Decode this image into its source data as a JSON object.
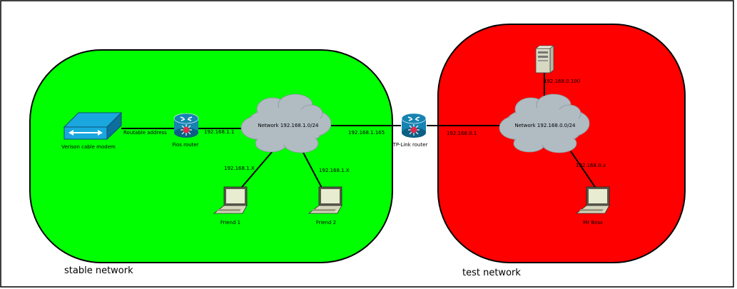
{
  "colors": {
    "stable_zone": "#00ff00",
    "test_zone": "#ff0000",
    "cloud": "#b0bcc2",
    "router": "#1683b2",
    "router_dot": "#e0294a",
    "modem": "#1aa7e0",
    "server": "#d8d8c2",
    "laptop_screen": "#e8ecd0"
  },
  "zones": {
    "stable": {
      "label": "stable network"
    },
    "test": {
      "label": "test network"
    }
  },
  "devices": {
    "modem": {
      "label": "Verison cable modem",
      "icon": "cable-modem-icon"
    },
    "fios_router": {
      "label": "Fios router",
      "icon": "router-icon"
    },
    "tplink_router": {
      "label": "TP-Link router",
      "icon": "router-icon"
    },
    "friend1": {
      "label": "Friend 1",
      "icon": "laptop-icon"
    },
    "friend2": {
      "label": "Friend 2",
      "icon": "laptop-icon"
    },
    "mrboss": {
      "label": "Mr Boss",
      "icon": "laptop-icon"
    },
    "server": {
      "label": "",
      "icon": "server-icon"
    }
  },
  "clouds": {
    "net1": {
      "label": "Network 192.168.1.0/24"
    },
    "net0": {
      "label": "Network 192.168.0.0/24"
    }
  },
  "links": {
    "modem_fios": "Routable address",
    "fios_net1": "192.168.1.1",
    "net1_tplink": "192.168.1.165",
    "tplink_net0": "192.168.0.1",
    "net1_friend1": "192.168.1.X",
    "net1_friend2": "192.168.1.X",
    "server_net0": "192.168.0.100",
    "net0_mrboss": "192.168.0.x"
  }
}
